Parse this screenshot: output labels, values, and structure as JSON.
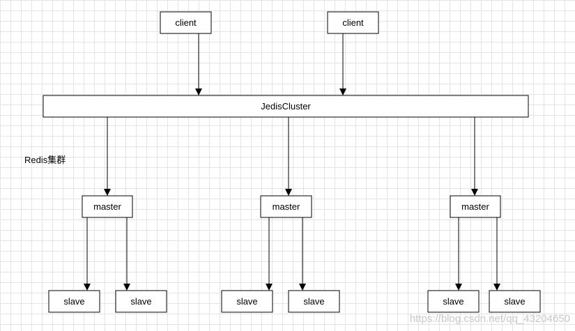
{
  "clients": [
    {
      "label": "client"
    },
    {
      "label": "client"
    }
  ],
  "cluster": {
    "label": "JedisCluster"
  },
  "group_label": "Redis集群",
  "masters": [
    {
      "label": "master",
      "slaves": [
        "slave",
        "slave"
      ]
    },
    {
      "label": "master",
      "slaves": [
        "slave",
        "slave"
      ]
    },
    {
      "label": "master",
      "slaves": [
        "slave",
        "slave"
      ]
    }
  ],
  "watermark": "https://blog.csdn.net/qq_43204650",
  "colors": {
    "line": "#000000",
    "box_fill": "#ffffff",
    "grid": "#e3e3e3",
    "watermark": "#c8c8c8"
  }
}
